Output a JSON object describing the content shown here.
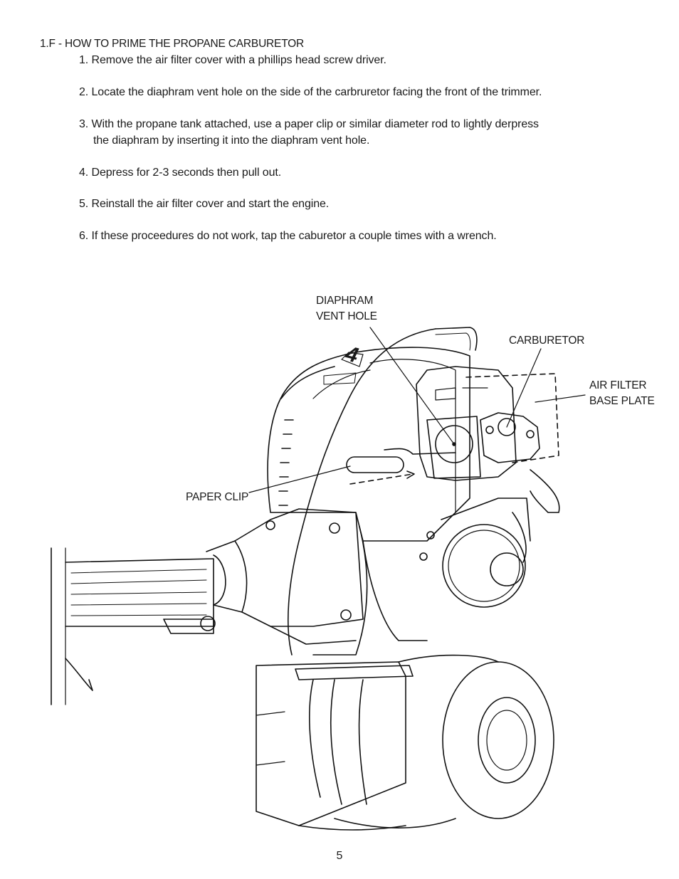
{
  "section": {
    "heading": "1.F - HOW TO PRIME THE PROPANE CARBURETOR"
  },
  "steps": [
    {
      "line1": "1. Remove the air filter cover with a phillips head screw driver.",
      "line2": ""
    },
    {
      "line1": "2. Locate the diaphram vent hole on the side of the carbruretor facing the front of the trimmer.",
      "line2": ""
    },
    {
      "line1": "3.  With the propane tank attached, use a paper clip or similar diameter rod to lightly derpress",
      "line2": "the diaphram by inserting it into the diaphram vent hole."
    },
    {
      "line1": "4. Depress for 2-3 seconds then pull out.",
      "line2": ""
    },
    {
      "line1": "5. Reinstall the air filter cover and start the engine.",
      "line2": ""
    },
    {
      "line1": "6. If these proceedures do not work, tap the caburetor a couple times with a wrench.",
      "line2": ""
    }
  ],
  "figure": {
    "callouts": {
      "diaphram_vent_hole": [
        "DIAPHRAM",
        "VENT HOLE"
      ],
      "carburetor": [
        "CARBURETOR"
      ],
      "air_filter_base_plate": [
        "AIR FILTER",
        "BASE PLATE"
      ],
      "paper_clip": [
        "PAPER CLIP"
      ]
    },
    "engine_badge_text": "4"
  },
  "footer": {
    "page_number": "5"
  }
}
